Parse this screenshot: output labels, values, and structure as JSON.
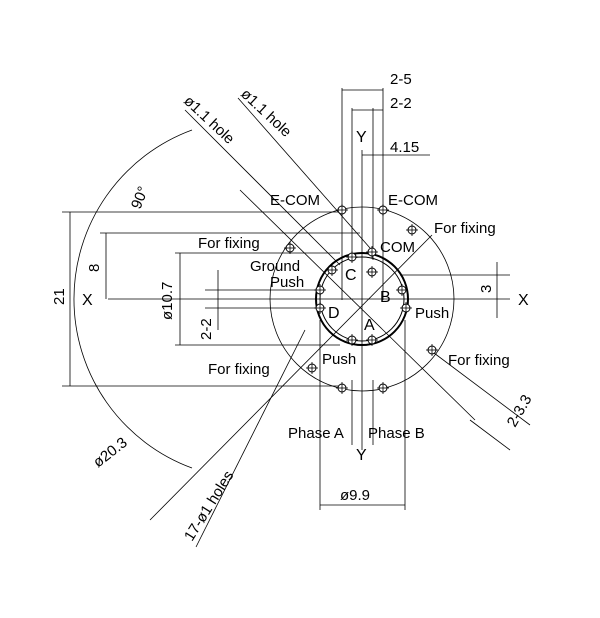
{
  "labels": {
    "dim_2_5": "2-5",
    "dim_2_2": "2-2",
    "dim_y_top": "Y",
    "dim_4_15": "4.15",
    "dim_hole_a": "ø1.1 hole",
    "dim_hole_b": "ø1.1 hole",
    "dim_90": "90°",
    "e_com_left": "E-COM",
    "e_com_right": "E-COM",
    "fixing_top_right": "For fixing",
    "fixing_left": "For fixing",
    "com": "COM",
    "ground": "Ground",
    "push_top": "Push",
    "c": "C",
    "b": "B",
    "d": "D",
    "a": "A",
    "push_right": "Push",
    "push_bottom": "Push",
    "fixing_bottom_right": "For fixing",
    "fixing_bottom_left": "For fixing",
    "dim_21": "21",
    "dim_8": "8",
    "x_left": "X",
    "x_right": "X",
    "dim_3": "3",
    "dim_10_7": "ø10.7",
    "dim_2_2_left": "2-2",
    "phase_a": "Phase A",
    "phase_b": "Phase B",
    "y_bottom": "Y",
    "dim_20_3": "ø20.3",
    "dim_2_3_3": "2-3.3",
    "dim_17_holes": "17-ø1 holes",
    "dim_9_9": "ø9.9"
  }
}
